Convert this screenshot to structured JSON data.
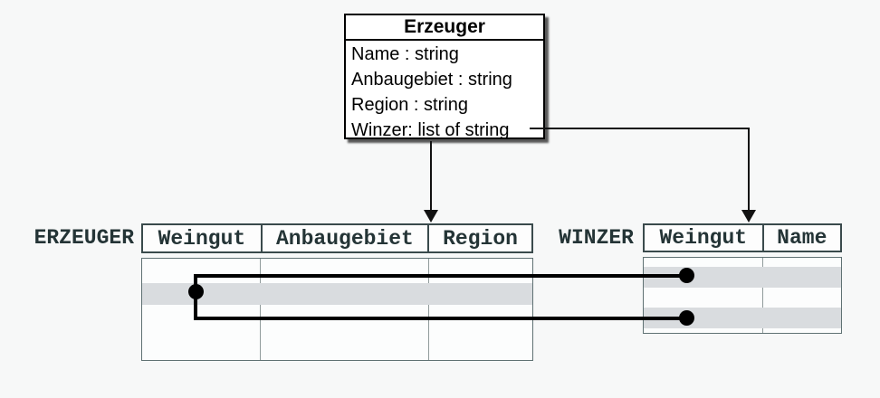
{
  "class_box": {
    "title": "Erzeuger",
    "attributes": [
      "Name : string",
      "Anbaugebiet : string",
      "Region : string",
      "Winzer: list of string"
    ]
  },
  "erzeuger_table": {
    "label": "ERZEUGER",
    "columns": [
      "Weingut",
      "Anbaugebiet",
      "Region"
    ]
  },
  "winzer_table": {
    "label": "WINZER",
    "columns": [
      "Weingut",
      "Name"
    ]
  },
  "colors": {
    "background": "#f7f8f8",
    "table_text": "#243436",
    "row_highlight": "#d9dcdf",
    "connector": "#000000",
    "arrow": "#121212"
  }
}
